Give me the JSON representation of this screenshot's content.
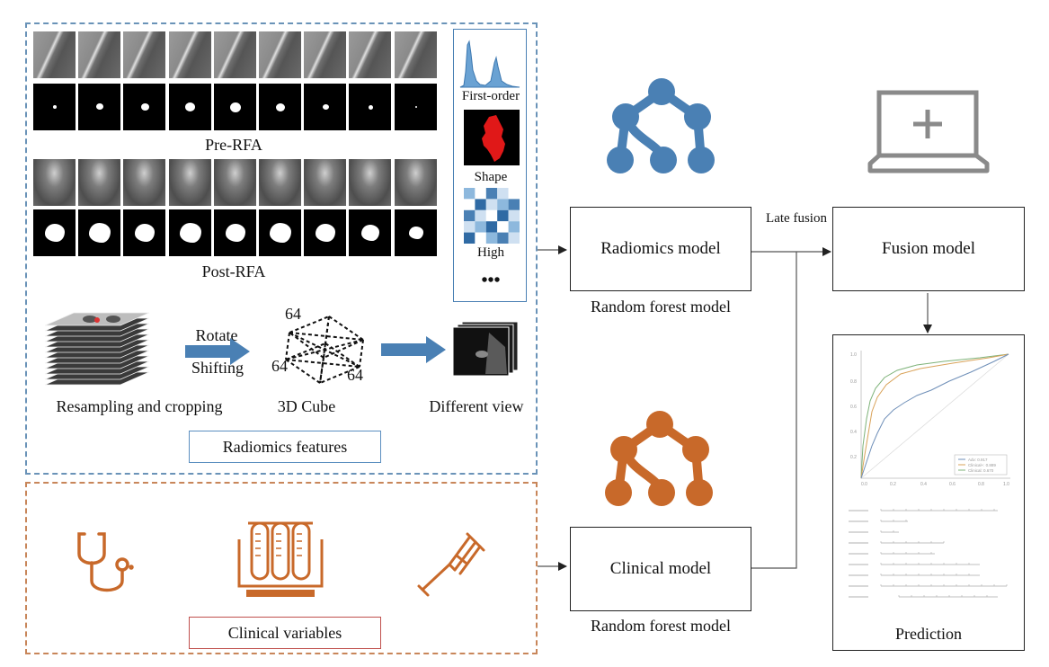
{
  "radiomics_panel": {
    "pre_label": "Pre-RFA",
    "post_label": "Post-RFA",
    "features_box_label": "Radiomics features",
    "feature_types": {
      "first_order": "First-order",
      "shape": "Shape",
      "high": "High",
      "more": "•••"
    },
    "pipeline": {
      "resample_label": "Resampling and cropping",
      "rotate_label": "Rotate",
      "shifting_label": "Shifting",
      "cube_label": "3D Cube",
      "cube_dim_top": "64",
      "cube_dim_left": "64",
      "cube_dim_right": "64",
      "view_label": "Different view"
    }
  },
  "clinical_panel": {
    "variables_label": "Clinical variables",
    "icons": [
      "stethoscope-icon",
      "test-tube-rack-icon",
      "crutch-icon"
    ]
  },
  "models": {
    "radiomics_model": "Radiomics model",
    "radiomics_caption": "Random forest model",
    "clinical_model": "Clinical model",
    "clinical_caption": "Random forest model",
    "late_fusion": "Late fusion",
    "fusion_model": "Fusion model",
    "prediction_label": "Prediction"
  },
  "colors": {
    "blue_accent": "#4a80b4",
    "orange_accent": "#c8692a",
    "blue_dashed": "#6a93b8",
    "orange_dashed": "#c8865a",
    "clinical_box_border": "#c0504d",
    "features_box_border": "#5b8fc0"
  }
}
